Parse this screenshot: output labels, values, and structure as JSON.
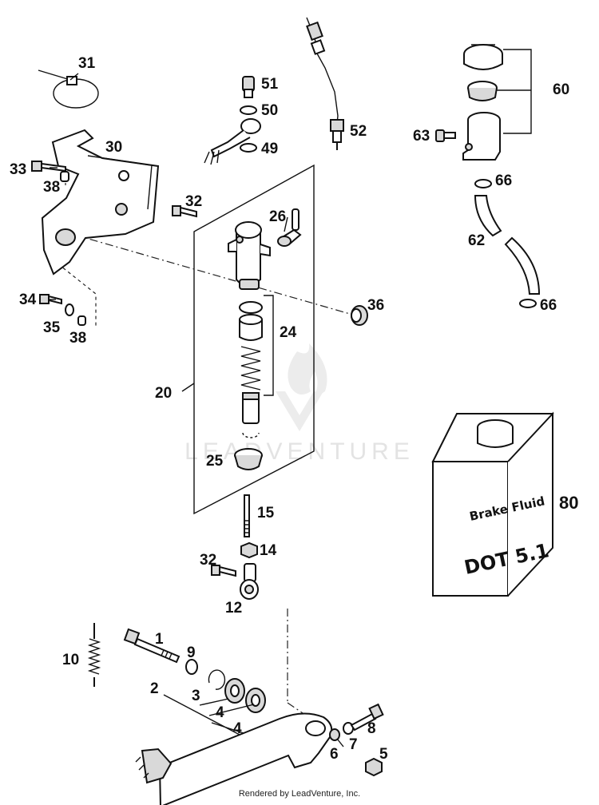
{
  "callouts": {
    "c1": "1",
    "c2": "2",
    "c3": "3",
    "c4a": "4",
    "c4b": "4",
    "c5": "5",
    "c6": "6",
    "c7": "7",
    "c8": "8",
    "c9": "9",
    "c10": "10",
    "c12": "12",
    "c14": "14",
    "c15": "15",
    "c20": "20",
    "c24": "24",
    "c25": "25",
    "c26": "26",
    "c30": "30",
    "c31": "31",
    "c32a": "32",
    "c32b": "32",
    "c33": "33",
    "c34": "34",
    "c35": "35",
    "c36": "36",
    "c38a": "38",
    "c38b": "38",
    "c49": "49",
    "c50": "50",
    "c51": "51",
    "c52": "52",
    "c60": "60",
    "c62": "62",
    "c63": "63",
    "c66a": "66",
    "c66b": "66",
    "c80": "80"
  },
  "fluid_can": {
    "line1": "Brake Fluid",
    "line2": "DOT 5.1"
  },
  "watermark": "LEADVENTURE",
  "footer": "Rendered by LeadVenture, Inc."
}
